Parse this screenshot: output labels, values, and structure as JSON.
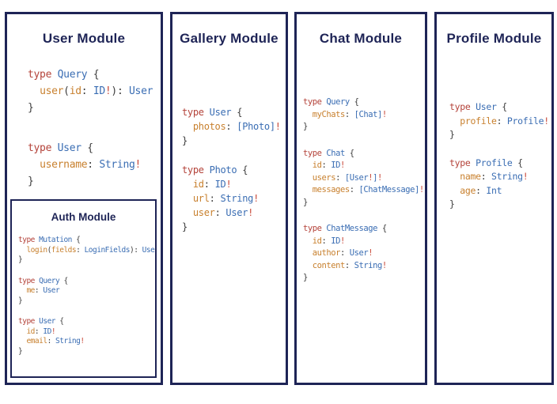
{
  "colors": {
    "border_navy": "#1e2456",
    "title_navy": "#1e2456",
    "keyword_red": "#b4433a",
    "type_blue": "#3a6db3",
    "field_orange": "#c8802e",
    "bang_red": "#c94a3a",
    "punctuation": "#3d3d3d",
    "background": "#ffffff"
  },
  "modules": [
    {
      "title": "User Module",
      "blocks": [
        [
          [
            [
              "k",
              "type"
            ],
            [
              "p",
              " "
            ],
            [
              "t",
              "Query"
            ],
            [
              "p",
              " {"
            ]
          ],
          [
            [
              "p",
              "  "
            ],
            [
              "f",
              "user"
            ],
            [
              "p",
              "("
            ],
            [
              "f",
              "id"
            ],
            [
              "p",
              ": "
            ],
            [
              "t",
              "ID"
            ],
            [
              "b",
              "!"
            ],
            [
              "p",
              "): "
            ],
            [
              "t",
              "User"
            ]
          ],
          [
            [
              "p",
              "}"
            ]
          ]
        ],
        [
          [
            [
              "k",
              "type"
            ],
            [
              "p",
              " "
            ],
            [
              "t",
              "User"
            ],
            [
              "p",
              " {"
            ]
          ],
          [
            [
              "p",
              "  "
            ],
            [
              "f",
              "username"
            ],
            [
              "p",
              ": "
            ],
            [
              "t",
              "String"
            ],
            [
              "b",
              "!"
            ]
          ],
          [
            [
              "p",
              "}"
            ]
          ]
        ]
      ]
    },
    {
      "title": "Auth Module",
      "blocks": [
        [
          [
            [
              "k",
              "type"
            ],
            [
              "p",
              " "
            ],
            [
              "t",
              "Mutation"
            ],
            [
              "p",
              " {"
            ]
          ],
          [
            [
              "p",
              "  "
            ],
            [
              "f",
              "login"
            ],
            [
              "p",
              "("
            ],
            [
              "f",
              "fields"
            ],
            [
              "p",
              ": "
            ],
            [
              "t",
              "LoginFields"
            ],
            [
              "p",
              "): "
            ],
            [
              "t",
              "User"
            ]
          ],
          [
            [
              "p",
              "}"
            ]
          ]
        ],
        [
          [
            [
              "k",
              "type"
            ],
            [
              "p",
              " "
            ],
            [
              "t",
              "Query"
            ],
            [
              "p",
              " {"
            ]
          ],
          [
            [
              "p",
              "  "
            ],
            [
              "f",
              "me"
            ],
            [
              "p",
              ": "
            ],
            [
              "t",
              "User"
            ]
          ],
          [
            [
              "p",
              "}"
            ]
          ]
        ],
        [
          [
            [
              "k",
              "type"
            ],
            [
              "p",
              " "
            ],
            [
              "t",
              "User"
            ],
            [
              "p",
              " {"
            ]
          ],
          [
            [
              "p",
              "  "
            ],
            [
              "f",
              "id"
            ],
            [
              "p",
              ": "
            ],
            [
              "t",
              "ID"
            ],
            [
              "b",
              "!"
            ]
          ],
          [
            [
              "p",
              "  "
            ],
            [
              "f",
              "email"
            ],
            [
              "p",
              ": "
            ],
            [
              "t",
              "String"
            ],
            [
              "b",
              "!"
            ]
          ],
          [
            [
              "p",
              "}"
            ]
          ]
        ]
      ]
    },
    {
      "title": "Gallery Module",
      "blocks": [
        [
          [
            [
              "k",
              "type"
            ],
            [
              "p",
              " "
            ],
            [
              "t",
              "User"
            ],
            [
              "p",
              " {"
            ]
          ],
          [
            [
              "p",
              "  "
            ],
            [
              "f",
              "photos"
            ],
            [
              "p",
              ": "
            ],
            [
              "t",
              "[Photo]"
            ],
            [
              "b",
              "!"
            ]
          ],
          [
            [
              "p",
              "}"
            ]
          ]
        ],
        [
          [
            [
              "k",
              "type"
            ],
            [
              "p",
              " "
            ],
            [
              "t",
              "Photo"
            ],
            [
              "p",
              " {"
            ]
          ],
          [
            [
              "p",
              "  "
            ],
            [
              "f",
              "id"
            ],
            [
              "p",
              ": "
            ],
            [
              "t",
              "ID"
            ],
            [
              "b",
              "!"
            ]
          ],
          [
            [
              "p",
              "  "
            ],
            [
              "f",
              "url"
            ],
            [
              "p",
              ": "
            ],
            [
              "t",
              "String"
            ],
            [
              "b",
              "!"
            ]
          ],
          [
            [
              "p",
              "  "
            ],
            [
              "f",
              "user"
            ],
            [
              "p",
              ": "
            ],
            [
              "t",
              "User"
            ],
            [
              "b",
              "!"
            ]
          ],
          [
            [
              "p",
              "}"
            ]
          ]
        ]
      ]
    },
    {
      "title": "Chat Module",
      "blocks": [
        [
          [
            [
              "k",
              "type"
            ],
            [
              "p",
              " "
            ],
            [
              "t",
              "Query"
            ],
            [
              "p",
              " {"
            ]
          ],
          [
            [
              "p",
              "  "
            ],
            [
              "f",
              "myChats"
            ],
            [
              "p",
              ": "
            ],
            [
              "t",
              "[Chat]"
            ],
            [
              "b",
              "!"
            ]
          ],
          [
            [
              "p",
              "}"
            ]
          ]
        ],
        [
          [
            [
              "k",
              "type"
            ],
            [
              "p",
              " "
            ],
            [
              "t",
              "Chat"
            ],
            [
              "p",
              " {"
            ]
          ],
          [
            [
              "p",
              "  "
            ],
            [
              "f",
              "id"
            ],
            [
              "p",
              ": "
            ],
            [
              "t",
              "ID"
            ],
            [
              "b",
              "!"
            ]
          ],
          [
            [
              "p",
              "  "
            ],
            [
              "f",
              "users"
            ],
            [
              "p",
              ": "
            ],
            [
              "t",
              "[User"
            ],
            [
              "b",
              "!"
            ],
            [
              "t",
              "]"
            ],
            [
              "b",
              "!"
            ]
          ],
          [
            [
              "p",
              "  "
            ],
            [
              "f",
              "messages"
            ],
            [
              "p",
              ": "
            ],
            [
              "t",
              "[ChatMessage]"
            ],
            [
              "b",
              "!"
            ]
          ],
          [
            [
              "p",
              "}"
            ]
          ]
        ],
        [
          [
            [
              "k",
              "type"
            ],
            [
              "p",
              " "
            ],
            [
              "t",
              "ChatMessage"
            ],
            [
              "p",
              " {"
            ]
          ],
          [
            [
              "p",
              "  "
            ],
            [
              "f",
              "id"
            ],
            [
              "p",
              ": "
            ],
            [
              "t",
              "ID"
            ],
            [
              "b",
              "!"
            ]
          ],
          [
            [
              "p",
              "  "
            ],
            [
              "f",
              "author"
            ],
            [
              "p",
              ": "
            ],
            [
              "t",
              "User"
            ],
            [
              "b",
              "!"
            ]
          ],
          [
            [
              "p",
              "  "
            ],
            [
              "f",
              "content"
            ],
            [
              "p",
              ": "
            ],
            [
              "t",
              "String"
            ],
            [
              "b",
              "!"
            ]
          ],
          [
            [
              "p",
              "}"
            ]
          ]
        ]
      ]
    },
    {
      "title": "Profile Module",
      "blocks": [
        [
          [
            [
              "k",
              "type"
            ],
            [
              "p",
              " "
            ],
            [
              "t",
              "User"
            ],
            [
              "p",
              " {"
            ]
          ],
          [
            [
              "p",
              "  "
            ],
            [
              "f",
              "profile"
            ],
            [
              "p",
              ": "
            ],
            [
              "t",
              "Profile"
            ],
            [
              "b",
              "!"
            ]
          ],
          [
            [
              "p",
              "}"
            ]
          ]
        ],
        [
          [
            [
              "k",
              "type"
            ],
            [
              "p",
              " "
            ],
            [
              "t",
              "Profile"
            ],
            [
              "p",
              " {"
            ]
          ],
          [
            [
              "p",
              "  "
            ],
            [
              "f",
              "name"
            ],
            [
              "p",
              ": "
            ],
            [
              "t",
              "String"
            ],
            [
              "b",
              "!"
            ]
          ],
          [
            [
              "p",
              "  "
            ],
            [
              "f",
              "age"
            ],
            [
              "p",
              ": "
            ],
            [
              "t",
              "Int"
            ]
          ],
          [
            [
              "p",
              "}"
            ]
          ]
        ]
      ]
    }
  ]
}
